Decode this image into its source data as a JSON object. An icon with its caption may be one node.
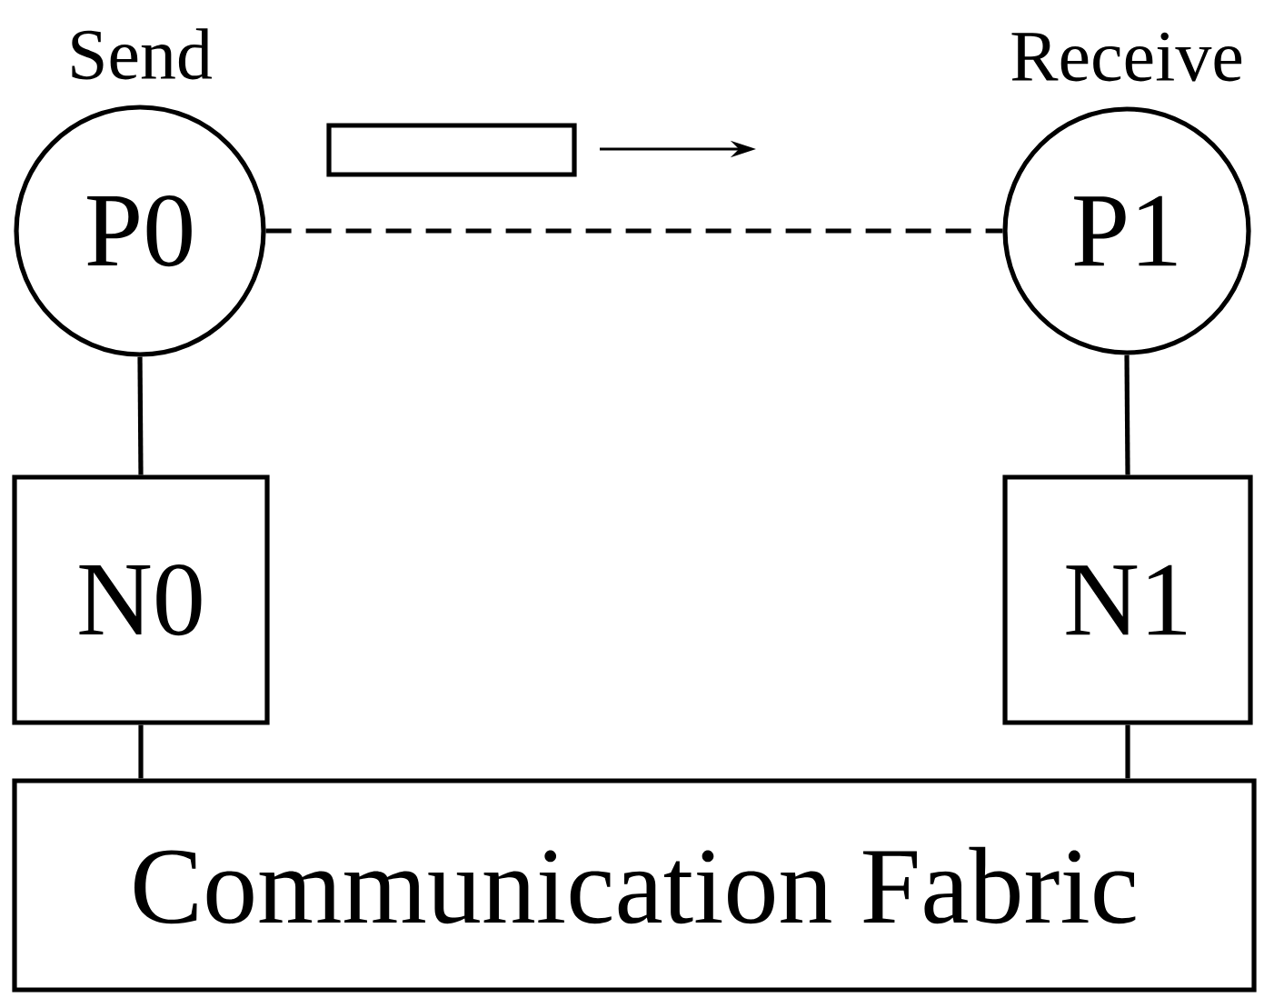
{
  "diagram": {
    "nodes": [
      {
        "text": [
          "Send",
          "P0"
        ]
      },
      {
        "text": [
          "Receive",
          "P1"
        ]
      },
      {
        "text": [
          "N0"
        ]
      },
      {
        "text": [
          "N1"
        ]
      },
      {
        "text": [
          "Communication Fabric"
        ]
      },
      {
        "text": [],
        "shape": "box"
      }
    ],
    "edges": [
      {
        "from": 0,
        "to": 1,
        "arrow": "none",
        "style": "dashed"
      },
      {
        "from": 0,
        "to": 2,
        "arrow": "none"
      },
      {
        "from": 1,
        "to": 3,
        "arrow": "none"
      },
      {
        "from": 2,
        "to": 4,
        "arrow": "none"
      },
      {
        "from": 3,
        "to": 4,
        "arrow": "none"
      }
    ]
  }
}
